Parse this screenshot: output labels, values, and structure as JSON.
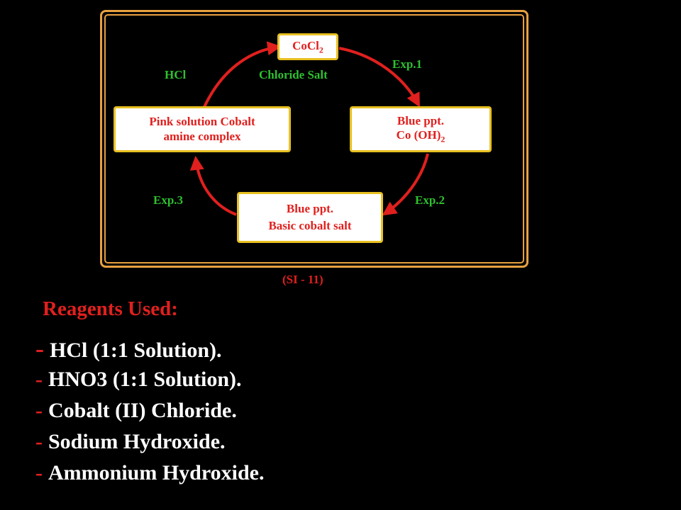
{
  "diagram": {
    "nodes": {
      "cocl2": {
        "text": "CoCl",
        "subscript": "2"
      },
      "blue_oh": {
        "line1": "Blue ppt.",
        "line2_text": "Co (OH)",
        "line2_subscript": "2"
      },
      "blue_basic": {
        "line1": "Blue ppt.",
        "line2": "Basic cobalt salt"
      },
      "pink": {
        "line1": "Pink solution Cobalt",
        "line2": "amine complex"
      }
    },
    "labels": {
      "exp1": "Exp.1",
      "exp2": "Exp.2",
      "exp3": "Exp.3",
      "hcl": "HCl",
      "chloride_salt": "Chloride Salt"
    },
    "caption": "(SI - 11)",
    "colors": {
      "arrow": "#e0201e",
      "frame": "#e8a040",
      "node_border": "#e8c020",
      "label_green": "#2ec030",
      "text_red": "#e0201e"
    }
  },
  "reagents": {
    "title": "Reagents Used:",
    "dash": "-",
    "items": [
      "HCl (1:1 Solution).",
      "HNO3 (1:1 Solution).",
      "Cobalt (II) Chloride.",
      "Sodium Hydroxide.",
      "Ammonium Hydroxide."
    ]
  }
}
